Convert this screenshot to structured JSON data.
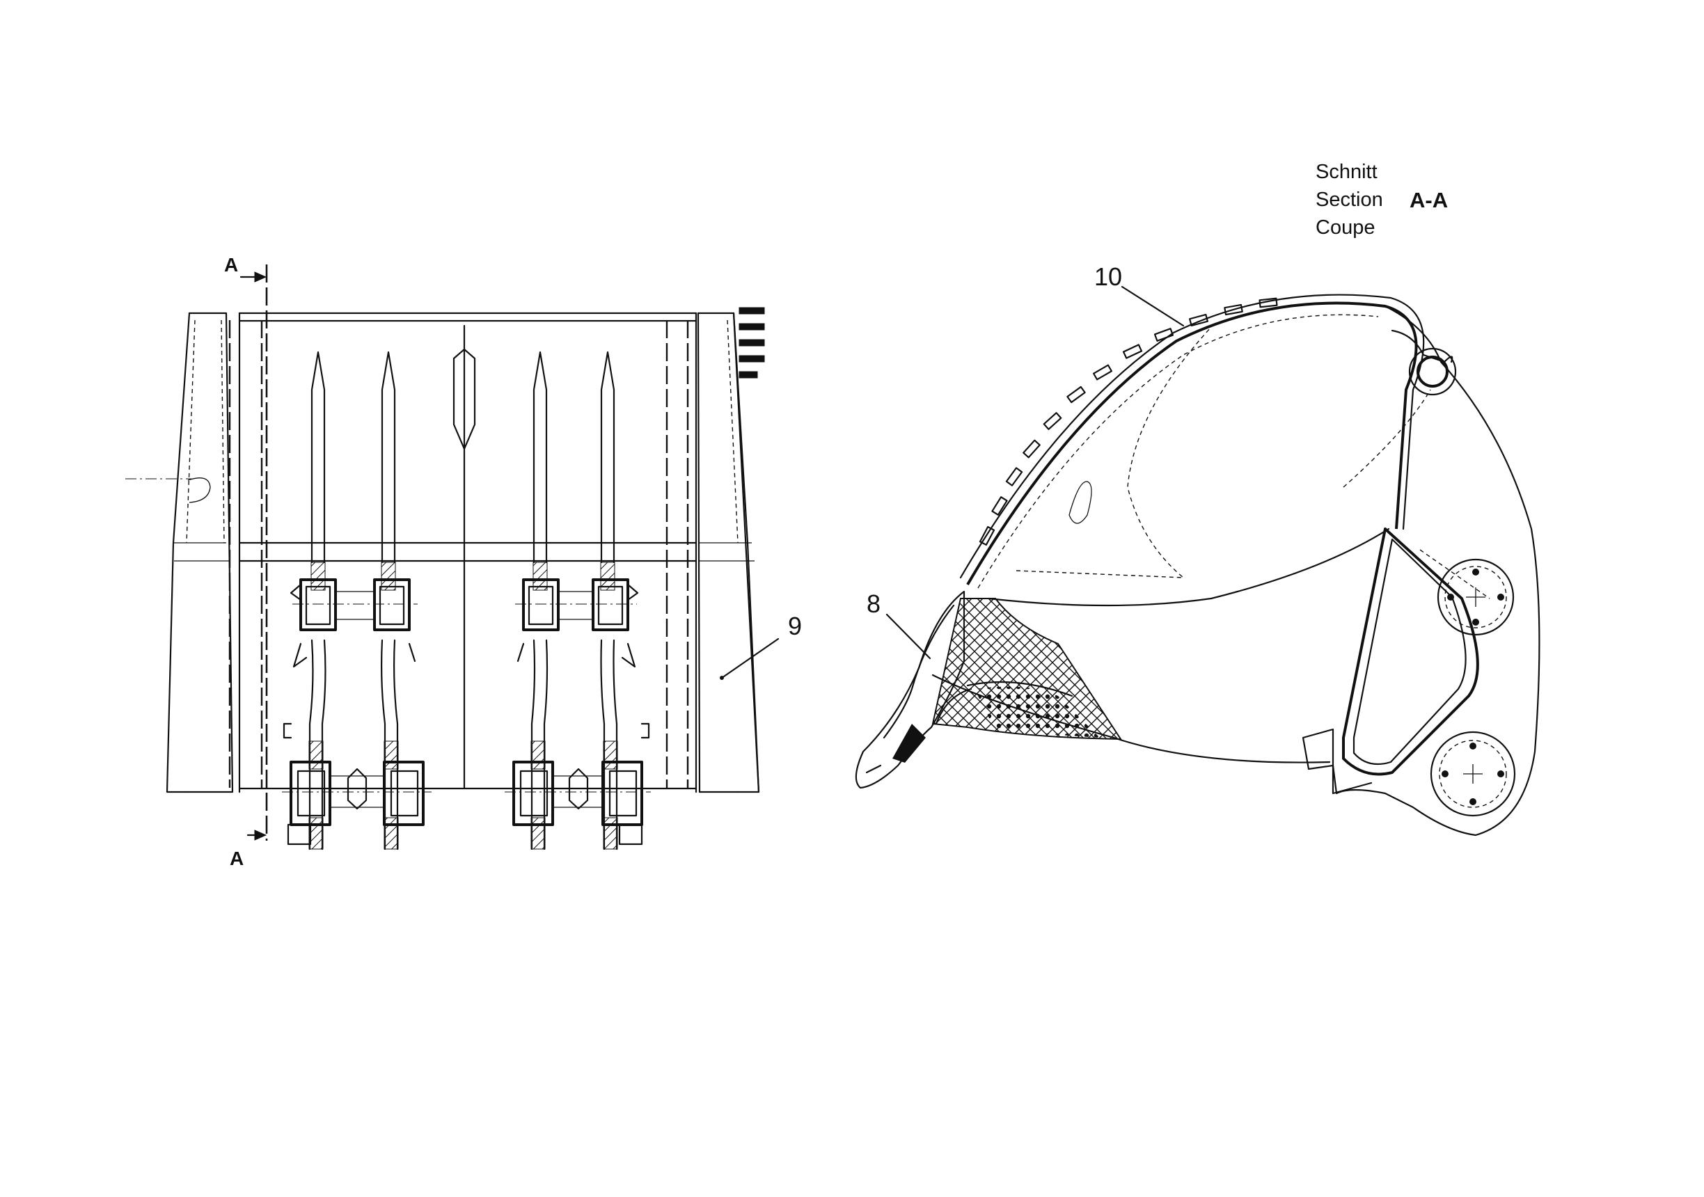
{
  "section_caption": {
    "line_de": "Schnitt",
    "line_en": "Section",
    "line_fr": "Coupe",
    "designation": "A-A"
  },
  "section_markers": {
    "top": "A",
    "bottom": "A"
  },
  "callouts": {
    "part_8": "8",
    "part_9": "9",
    "part_10": "10"
  }
}
